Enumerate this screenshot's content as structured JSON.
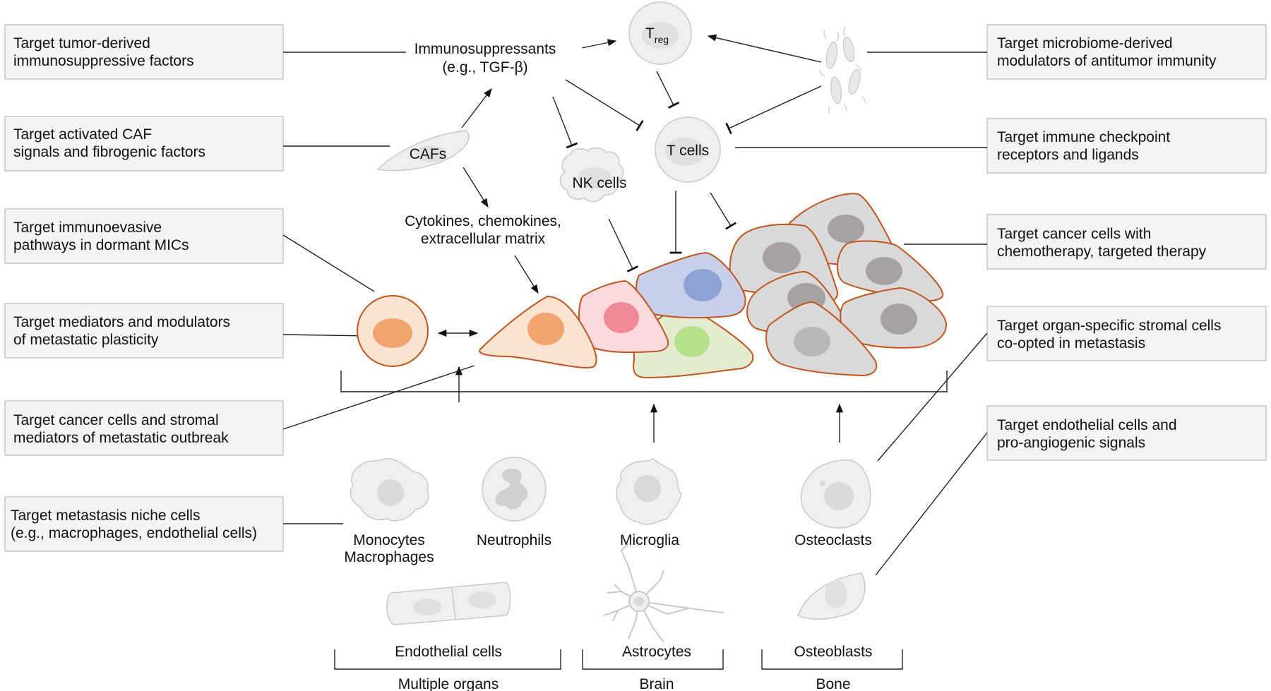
{
  "boxes": {
    "left": [
      [
        "Target tumor-derived",
        "immunosuppressive factors"
      ],
      [
        "Target activated CAF",
        "signals and fibrogenic factors"
      ],
      [
        "Target immunoevasive",
        "pathways in dormant MICs"
      ],
      [
        "Target mediators and modulators",
        "of metastatic plasticity"
      ],
      [
        "Target cancer cells and stromal",
        "mediators of metastatic outbreak"
      ],
      [
        "Target metastasis niche cells",
        "(e.g., macrophages, endothelial cells)"
      ]
    ],
    "right": [
      [
        "Target microbiome-derived",
        "modulators of antitumor immunity"
      ],
      [
        "Target immune checkpoint",
        "receptors and ligands"
      ],
      [
        "Target cancer cells with",
        "chemotherapy, targeted therapy"
      ],
      [
        "Target organ-specific stromal cells",
        "co-opted in metastasis"
      ],
      [
        "Target endothelial cells and",
        "pro-angiogenic signals"
      ]
    ]
  },
  "labels": {
    "immunosuppressants": [
      "Immunosuppressants",
      "(e.g., TGF-β)"
    ],
    "treg_main": "T",
    "treg_sub": "reg",
    "caf": "CAFs",
    "tcells": "T cells",
    "nkcells": "NK cells",
    "cytokines": [
      "Cytokines, chemokines,",
      "extracellular matrix"
    ],
    "monocytes": [
      "Monocytes",
      "Macrophages"
    ],
    "neutrophils": "Neutrophils",
    "microglia": "Microglia",
    "osteoclasts": "Osteoclasts",
    "endothelial": "Endothelial cells",
    "astrocytes": "Astrocytes",
    "osteoblasts": "Osteoblasts",
    "group_multiple": "Multiple organs",
    "group_brain": "Brain",
    "group_bone": "Bone"
  },
  "colors": {
    "tumor_outline": "#c0561e",
    "orange_cell": "#fbe3d2",
    "orange_nucleus": "#f0a56f",
    "pink_cell": "#fadadd",
    "pink_nucleus": "#f08a98",
    "blue_cell": "#c7cfe9",
    "blue_nucleus": "#8fa2d6",
    "green_cell": "#e1ecd0",
    "green_nucleus": "#b7e08a",
    "gray_cell": "#d9d9d9",
    "gray_nucleus": "#a6a2a2",
    "box_fill": "#f4f4f4"
  }
}
